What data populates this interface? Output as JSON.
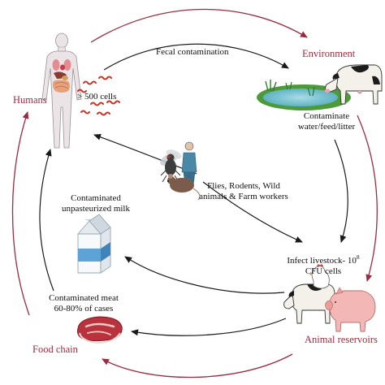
{
  "nodes": {
    "humans": "Humans",
    "environment": "Environment",
    "animal_reservoirs": "Animal reservoirs",
    "food_chain": "Food chain"
  },
  "annotations": {
    "fecal": "Fecal contamination",
    "cells": "> 500 cells",
    "contaminate_1": "Contaminate",
    "contaminate_2": "water/feed/litter",
    "vectors_1": "Flies, Rodents, Wild",
    "vectors_2": "animals & Farm workers",
    "milk_1": "Contaminated",
    "milk_2": "unpasteurized milk",
    "infect_1": "Infect livestock- 10",
    "infect_sup": "8",
    "infect_2": "CFU cells",
    "meat_1": "Contaminated meat",
    "meat_2": "60-80% of cases"
  },
  "colors": {
    "outer_cycle": "#9b2c3f",
    "inner_arrows": "#1a1a1a",
    "node_label": "#9b2c3f"
  },
  "icons": [
    "human-body-icon",
    "bacteria-icon",
    "pond-cow-icon",
    "fly-icon",
    "mouse-icon",
    "farm-worker-icon",
    "milk-carton-icon",
    "livestock-icon",
    "raw-meat-icon"
  ]
}
